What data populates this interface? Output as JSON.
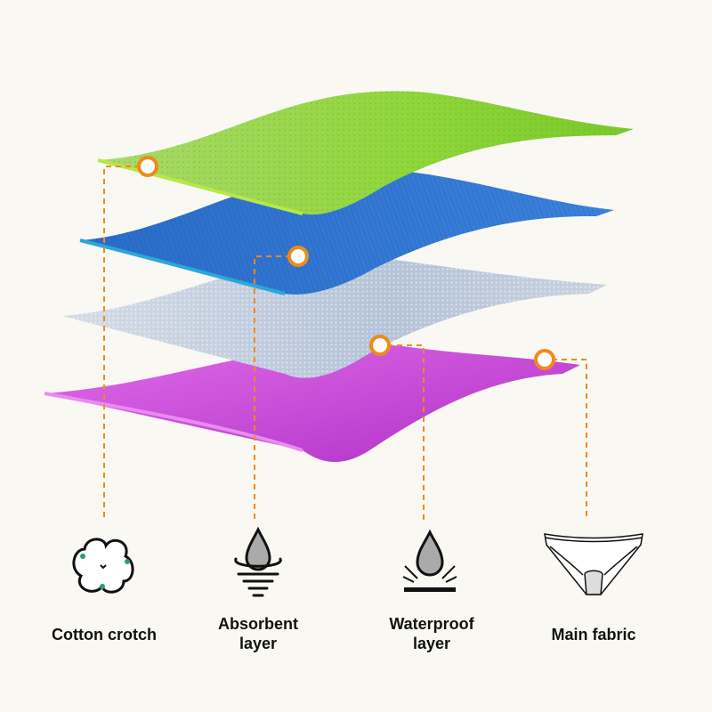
{
  "colors": {
    "background": "#faf8f2",
    "accent": "#f08a1a",
    "green_layer": "#8fd63a",
    "blue_layer": "#2f72d0",
    "gray_layer": "#b9c6d8",
    "purple_layer": "#c542d8"
  },
  "layers": [
    {
      "icon": "cotton-icon",
      "label": "Cotton crotch"
    },
    {
      "icon": "absorbent-drop-icon",
      "label_line1": "Absorbent",
      "label_line2": "layer"
    },
    {
      "icon": "waterproof-drop-icon",
      "label_line1": "Waterproof",
      "label_line2": "layer"
    },
    {
      "icon": "underwear-icon",
      "label": "Main fabric"
    }
  ]
}
